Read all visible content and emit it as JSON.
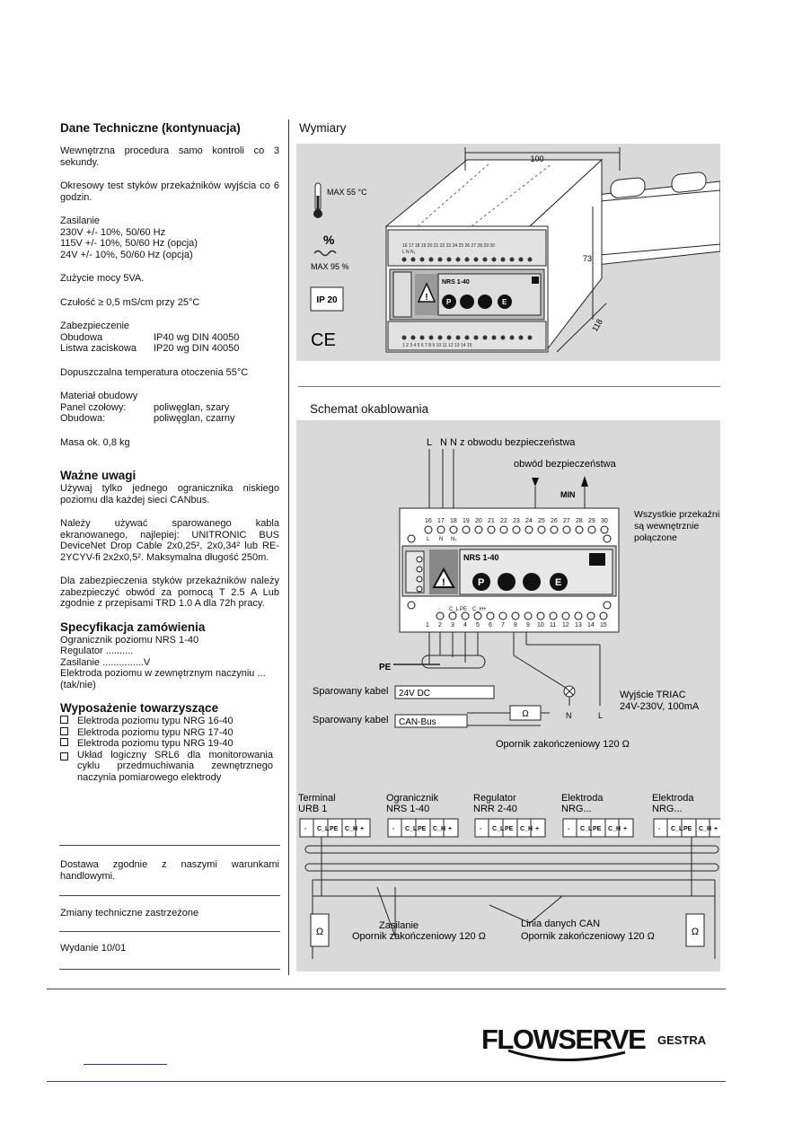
{
  "left": {
    "title": "Dane Techniczne (kontynuacja)",
    "p1": "Wewnętrzna procedura samo kontroli co 3 sekundy.",
    "p2": "Okresowy test styków przekaźników wyjścia co 6 godzin.",
    "zasilanie": [
      "Zasilanie",
      "230V +/- 10%, 50/60 Hz",
      "115V +/- 10%, 50/60 Hz (opcja)",
      "24V +/- 10%, 50/60 Hz (opcja)"
    ],
    "zuzycie": "Zużycie mocy 5VA.",
    "czulosc": "Czułość ≥ 0,5 mS/cm przy 25°C",
    "zab_title": "Zabezpieczenie",
    "zab_rows": [
      [
        "Obudowa",
        "IP40 wg DIN 40050"
      ],
      [
        "Listwa zaciskowa",
        "IP20 wg DIN 40050"
      ]
    ],
    "temp": "Dopuszczalna temperatura otoczenia 55°C",
    "mat_title": "Materiał obudowy",
    "mat_rows": [
      [
        "Panel czołowy:",
        "poliwęglan, szary"
      ],
      [
        "Obudowa:",
        "poliwęglan, czarny"
      ]
    ],
    "masa": "Masa ok. 0,8 kg",
    "uwagi_title": "Ważne uwagi",
    "uwagi_p1": "Używaj tylko jednego ogranicznika niskiego poziomu dla każdej sieci CANbus.",
    "uwagi_p2": "Należy używać sparowanego kabla ekranowanego, najlepiej: UNITRONIC BUS DeviceNet Drop Cable 2x0,25², 2x0,34² lub RE-2YCYV-fi 2x2x0,5². Maksymalna długość 250m.",
    "uwagi_p3": "Dla zabezpieczenia styków przekaźników należy zabezpieczyć obwód za pomocą T 2.5 A Lub zgodnie z przepisami TRD 1.0 A dla 72h pracy.",
    "spec_title": "Specyfikacja zamówienia",
    "spec_lines": [
      "Ogranicznik poziomu NRS 1-40",
      "Regulator ..........",
      "Zasilanie ...............V",
      "Elektroda poziomu w zewnętrznym naczyniu ...",
      "(tak/nie)"
    ],
    "wypos_title": "Wyposażenie towarzyszące",
    "wypos_items": [
      "Elektroda poziomu typu NRG 16-40",
      "Elektroda poziomu typu NRG 17-40",
      "Elektroda poziomu typu NRG 19-40",
      "Układ logiczny SRL6 dla monitorowania cyklu przedmuchiwania zewnętrznego naczynia pomiarowego elektrody"
    ],
    "dostawa": "Dostawa zgodnie z naszymi warunkami handlowymi.",
    "zmiany": "Zmiany techniczne zastrzeżone",
    "wydanie": "Wydanie 10/01"
  },
  "right": {
    "wymiary_title": "Wymiary",
    "dim_100": "100",
    "dim_73": "73",
    "dim_118": "118",
    "max_temp": "MAX 55 °C",
    "humidity_sym": "%",
    "max_hum": "MAX 95 %",
    "ip": "IP 20",
    "ce": "CE",
    "device_label": "NRS 1-40",
    "schemat_title": "Schemat okablowania",
    "l_label": "L",
    "n1_label": "N",
    "n2_label": "N",
    "z_obwodu": "z obwodu bezpieczeństwa",
    "obwod": "obwód bezpieczeństwa",
    "min": "MIN",
    "top_terms": [
      "16",
      "17",
      "18",
      "19",
      "20",
      "21",
      "22",
      "23",
      "24",
      "25",
      "26",
      "27",
      "28",
      "29",
      "30"
    ],
    "top_sub": [
      "L",
      "N",
      "N₁"
    ],
    "bot_terms": [
      "1",
      "2",
      "3",
      "4",
      "5",
      "6",
      "7",
      "8",
      "9",
      "10",
      "11",
      "12",
      "13",
      "14",
      "15"
    ],
    "bot_sub": [
      "-",
      "C_L",
      "PE",
      "C_H",
      "+"
    ],
    "wszystkie": [
      "Wszystkie przekaźniki",
      "są wewnętrznie",
      "połączone"
    ],
    "pe": "PE",
    "sparowany1": "Sparowany kabel",
    "v24": "24V DC",
    "sparowany2": "Sparowany kabel",
    "canbus": "CAN-Bus",
    "omega": "Ω",
    "n_lbl": "N",
    "l_lbl": "L",
    "triac": [
      "Wyjście TRIAC",
      "24V-230V, 100mA"
    ],
    "opornik": "Opornik zakończeniowy 120 Ω",
    "bus_devices": [
      {
        "name": "Terminal",
        "model": "URB 1"
      },
      {
        "name": "Ogranicznik",
        "model": "NRS 1-40"
      },
      {
        "name": "Regulator",
        "model": "NRR 2-40"
      },
      {
        "name": "Elektroda",
        "model": "NRG..."
      },
      {
        "name": "Elektroda",
        "model": "NRG..."
      }
    ],
    "bus_terms": [
      "-",
      "C_L",
      "PE",
      "C_H",
      "+"
    ],
    "zasilanie": "Zasilanie",
    "linia": "Linia danych CAN",
    "opornik_l": "Opornik zakończeniowy 120 Ω",
    "opornik_r": "Opornik zakończeniowy 120 Ω"
  },
  "footer": {
    "brand": "FLOWSERVE",
    "sub": "GESTRA"
  }
}
